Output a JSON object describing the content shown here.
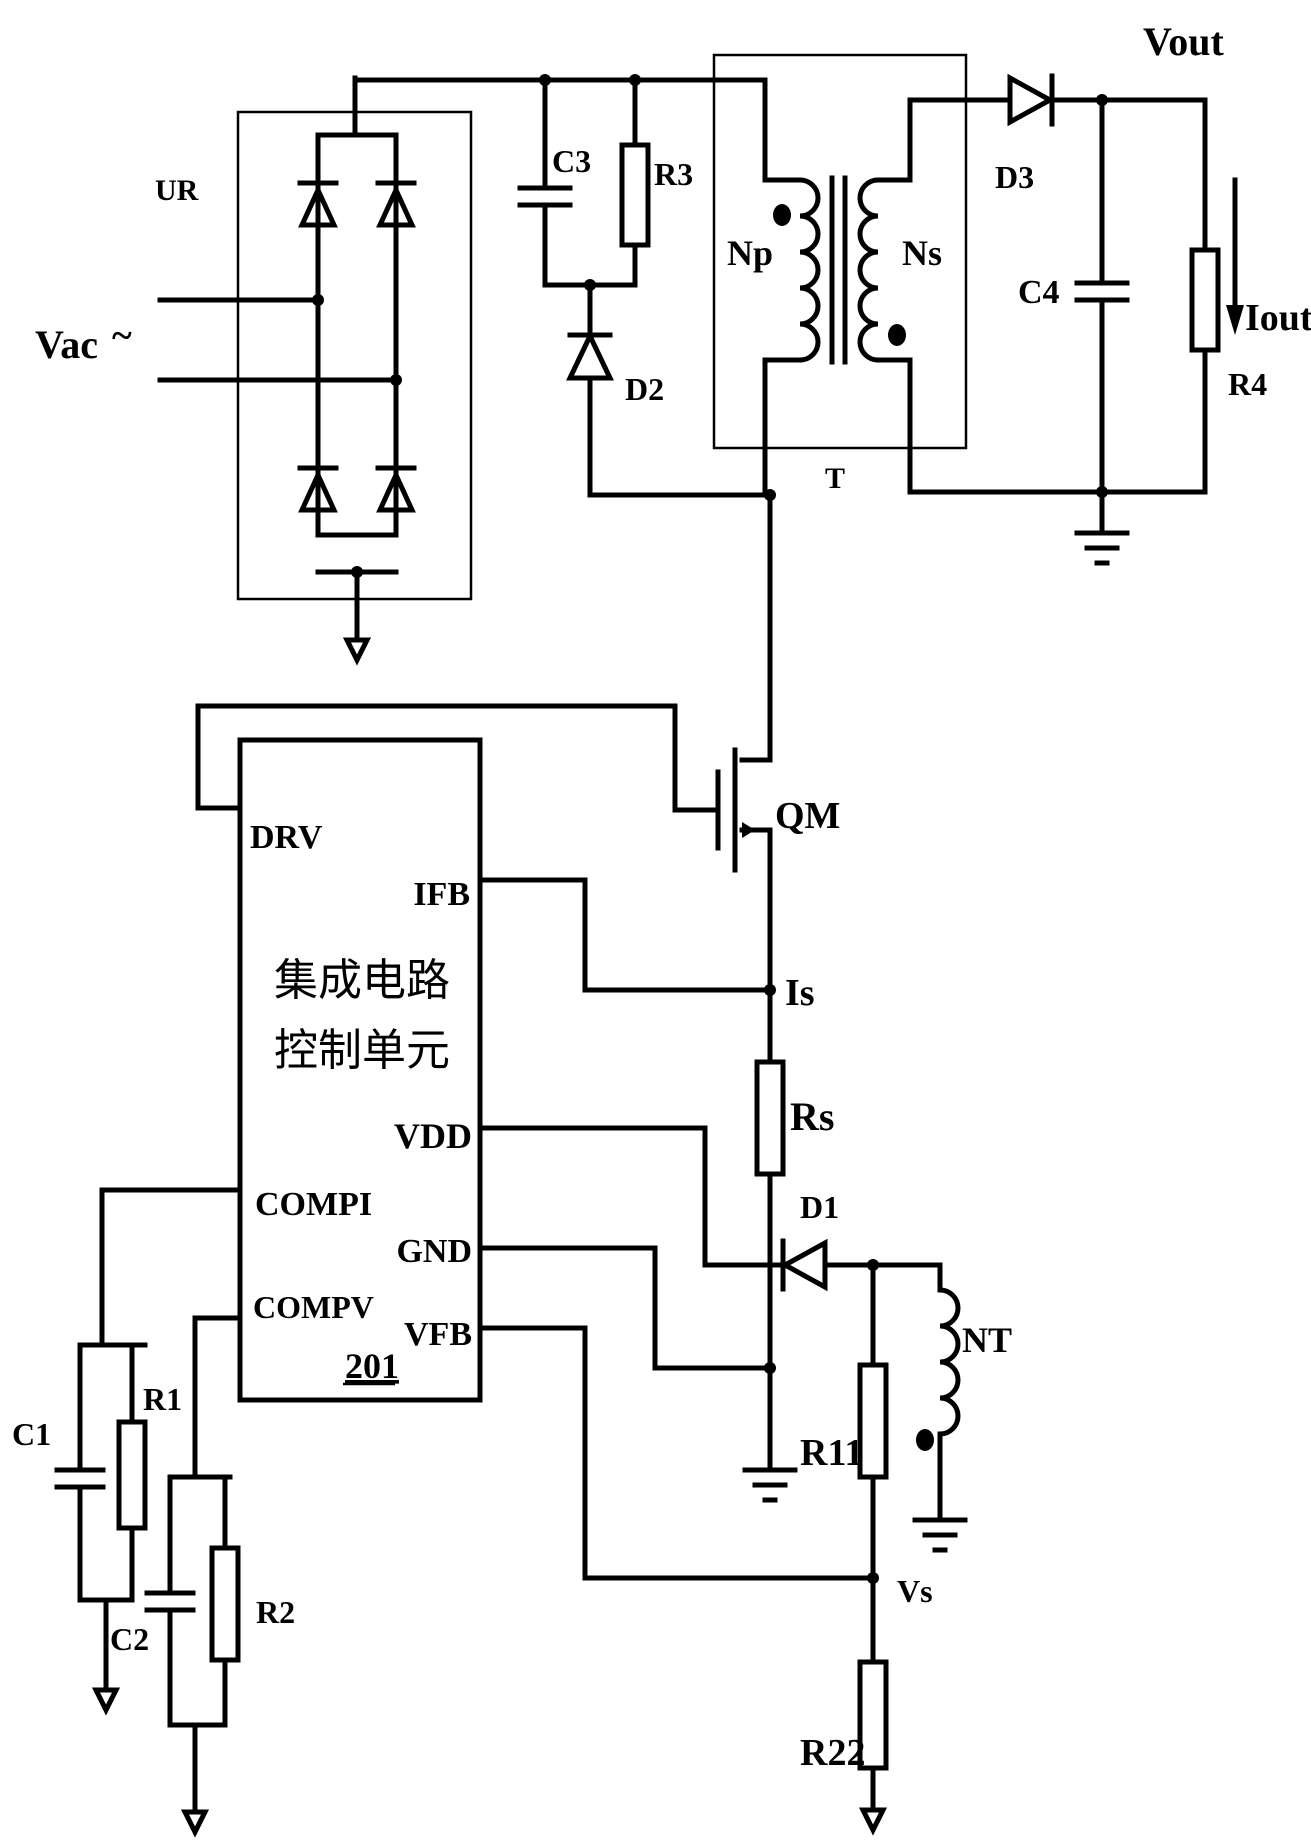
{
  "labels": {
    "vac": "Vac",
    "vac_symbol": "~",
    "ur": "UR",
    "c3": "C3",
    "r3": "R3",
    "d2": "D2",
    "np": "Np",
    "ns": "Ns",
    "t": "T",
    "d3": "D3",
    "vout": "Vout",
    "c4": "C4",
    "iout": "Iout",
    "r4": "R4",
    "qm": "QM",
    "is_node": "Is",
    "rs": "Rs",
    "d1": "D1",
    "nt": "NT",
    "r11": "R11",
    "vs": "Vs",
    "r22": "R22",
    "c1": "C1",
    "r1": "R1",
    "c2": "C2",
    "r2": "R2"
  },
  "ic": {
    "title_line1": "集成电路",
    "title_line2": "控制单元",
    "ref": "201",
    "pins": {
      "drv": "DRV",
      "ifb": "IFB",
      "vdd": "VDD",
      "compi": "COMPI",
      "gnd": "GND",
      "compv": "COMPV",
      "vfb": "VFB"
    }
  }
}
